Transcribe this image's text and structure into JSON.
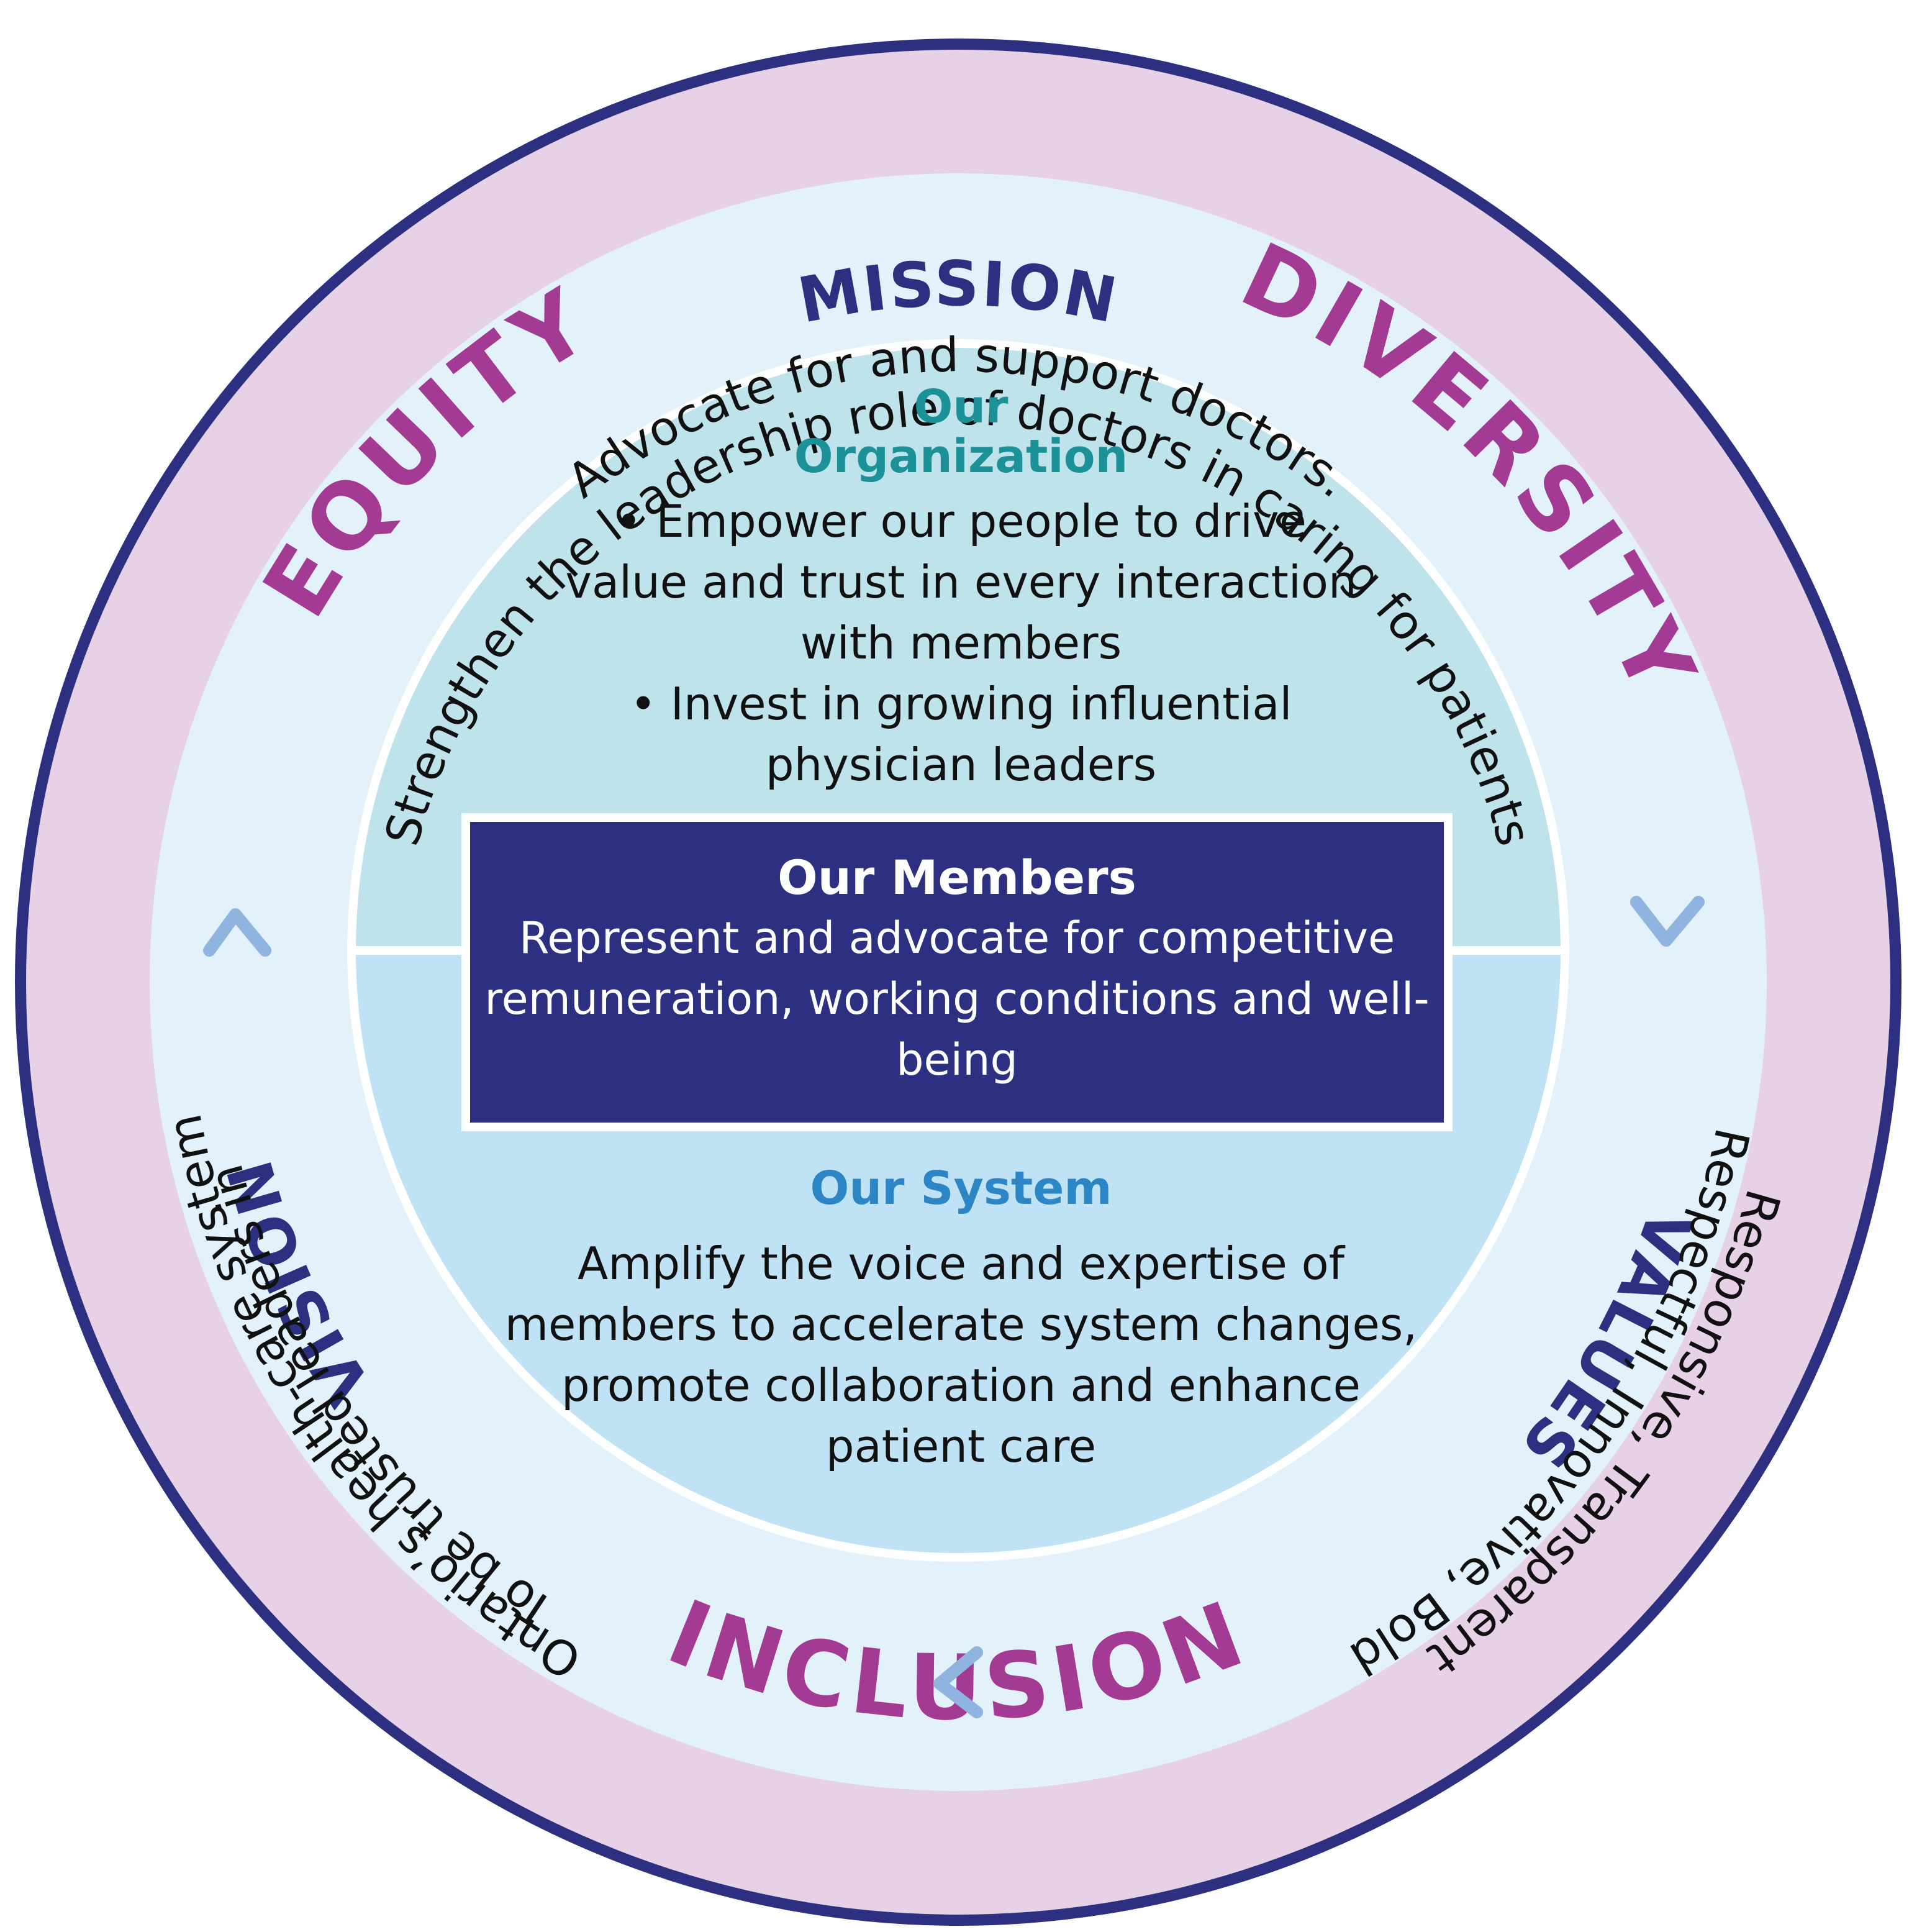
{
  "outer_ring": {
    "top_right": "DIVERSITY",
    "top_left": "EQUITY",
    "bottom": "INCLUSION"
  },
  "mission": {
    "title": "MISSION",
    "line1": "Advocate for and support doctors.",
    "line2": "Strengthen the leadership role of doctors in caring for patients"
  },
  "vision": {
    "title": "VISION",
    "line1": "To be trusted leaders in",
    "line2": "Ontario’s health-care system"
  },
  "values": {
    "title": "VALUES",
    "line1": "Respectful, Innovative, Bold",
    "line2": "Responsive, Transparent"
  },
  "organization": {
    "title_line1": "Our",
    "title_line2": "Organization",
    "body_lines": [
      "• Empower our people to drive",
      "value and trust in every interaction",
      "with members",
      "• Invest in growing influential",
      "physician leaders"
    ]
  },
  "members": {
    "title": "Our Members",
    "body": "Represent and advocate for competitive remuneration, working conditions and well-being"
  },
  "system": {
    "title": "Our System",
    "body": "Amplify the voice and expertise of members to accelerate system changes, promote collaboration and enhance patient care"
  },
  "icons": [
    "chevron-up-icon",
    "chevron-down-icon",
    "chevron-left-icon"
  ],
  "colors": {
    "navy": "#2d3081",
    "outer_ring": "#e6d1e6",
    "middle_ring": "#e3f1fa",
    "organization_fill": "#bfe3ea",
    "system_fill": "#bfe2f5",
    "magenta": "#a33a93",
    "teal": "#1d9198",
    "blue": "#2c85c4",
    "arrow": "#8fb4e0"
  }
}
